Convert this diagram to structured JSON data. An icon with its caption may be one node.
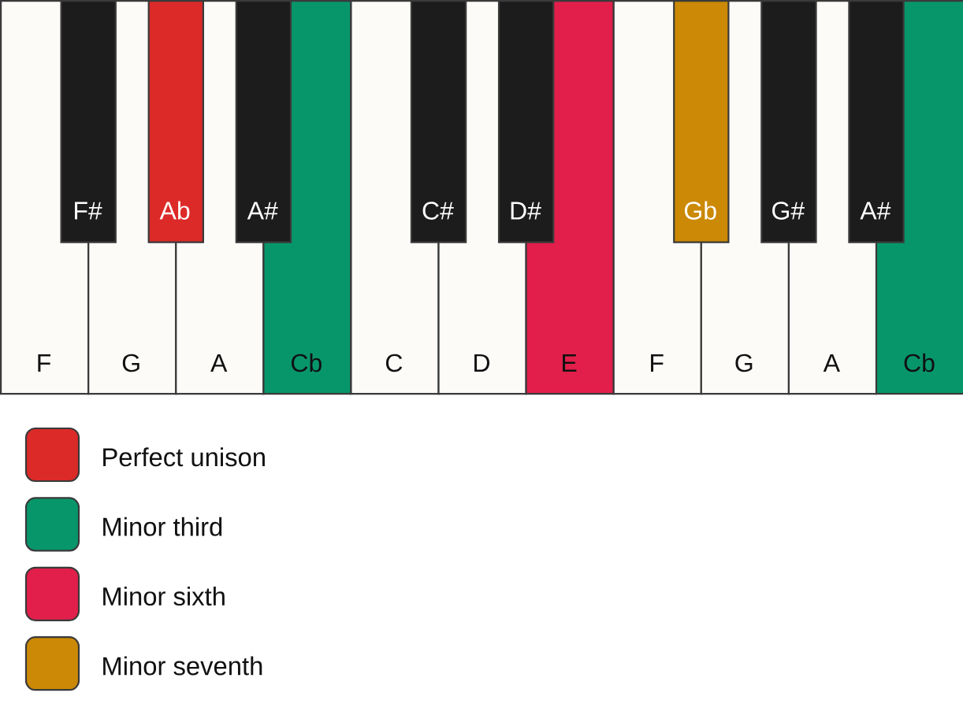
{
  "diagram": {
    "nodes": [
      {
        "text": [
          "F"
        ]
      },
      {
        "text": [
          "F#"
        ]
      },
      {
        "text": [
          "G"
        ]
      },
      {
        "text": [
          "Ab"
        ]
      },
      {
        "text": [
          "A"
        ]
      },
      {
        "text": [
          "A#"
        ]
      },
      {
        "text": [
          "Cb"
        ]
      },
      {
        "text": [
          "C"
        ]
      },
      {
        "text": [
          "C#"
        ]
      },
      {
        "text": [
          "D"
        ]
      },
      {
        "text": [
          "D#"
        ]
      },
      {
        "text": [
          "E"
        ]
      },
      {
        "text": [
          "F"
        ]
      },
      {
        "text": [
          "Gb"
        ]
      },
      {
        "text": [
          "G"
        ]
      },
      {
        "text": [
          "G#"
        ]
      },
      {
        "text": [
          "A"
        ]
      },
      {
        "text": [
          "A#"
        ]
      },
      {
        "text": [
          "Cb"
        ]
      }
    ],
    "legend": [
      {
        "text": "Perfect unison",
        "color": "#dc2a28"
      },
      {
        "text": "Minor third",
        "color": "#07966a"
      },
      {
        "text": "Minor sixth",
        "color": "#e21f4b"
      },
      {
        "text": "Minor seventh",
        "color": "#cb8905"
      }
    ]
  }
}
